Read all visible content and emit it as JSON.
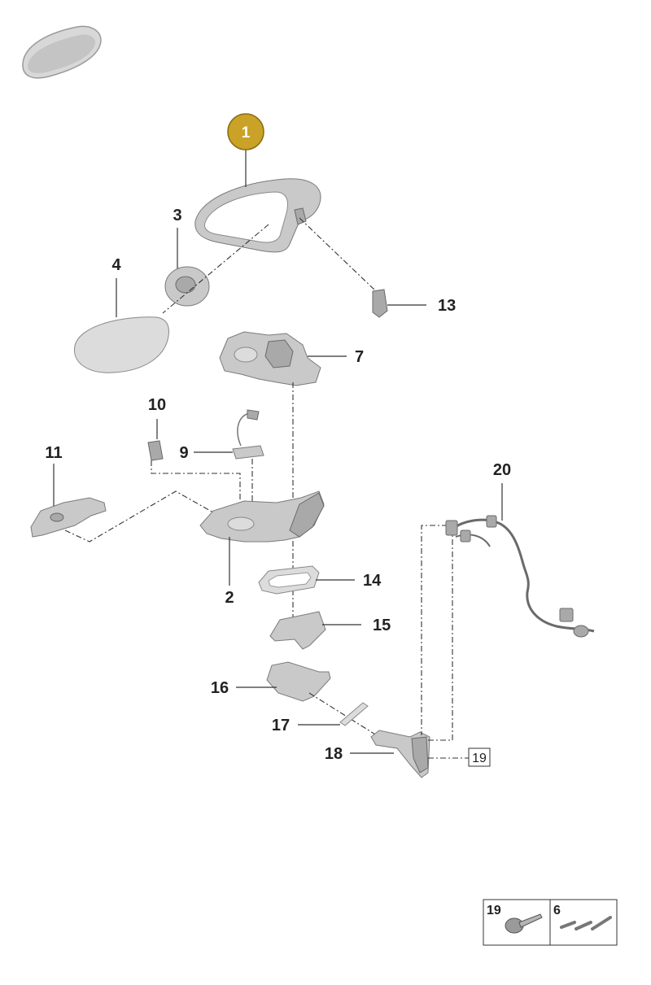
{
  "colors": {
    "badge_fill": "#c9a227",
    "badge_stroke": "#8a6d12",
    "part_fill": "#c9c9c9",
    "label_text": "#222222"
  },
  "icons": {
    "vehicle_thumbnail": "car-roof-thumbnail-icon"
  },
  "callouts": {
    "selected": "1",
    "c2": "2",
    "c3": "3",
    "c4": "4",
    "c7": "7",
    "c9": "9",
    "c10": "10",
    "c11": "11",
    "c13": "13",
    "c14": "14",
    "c15": "15",
    "c16": "16",
    "c17": "17",
    "c18": "18",
    "c20": "20",
    "c19_box": "19"
  },
  "legend": {
    "left_number": "19",
    "right_number": "6"
  }
}
